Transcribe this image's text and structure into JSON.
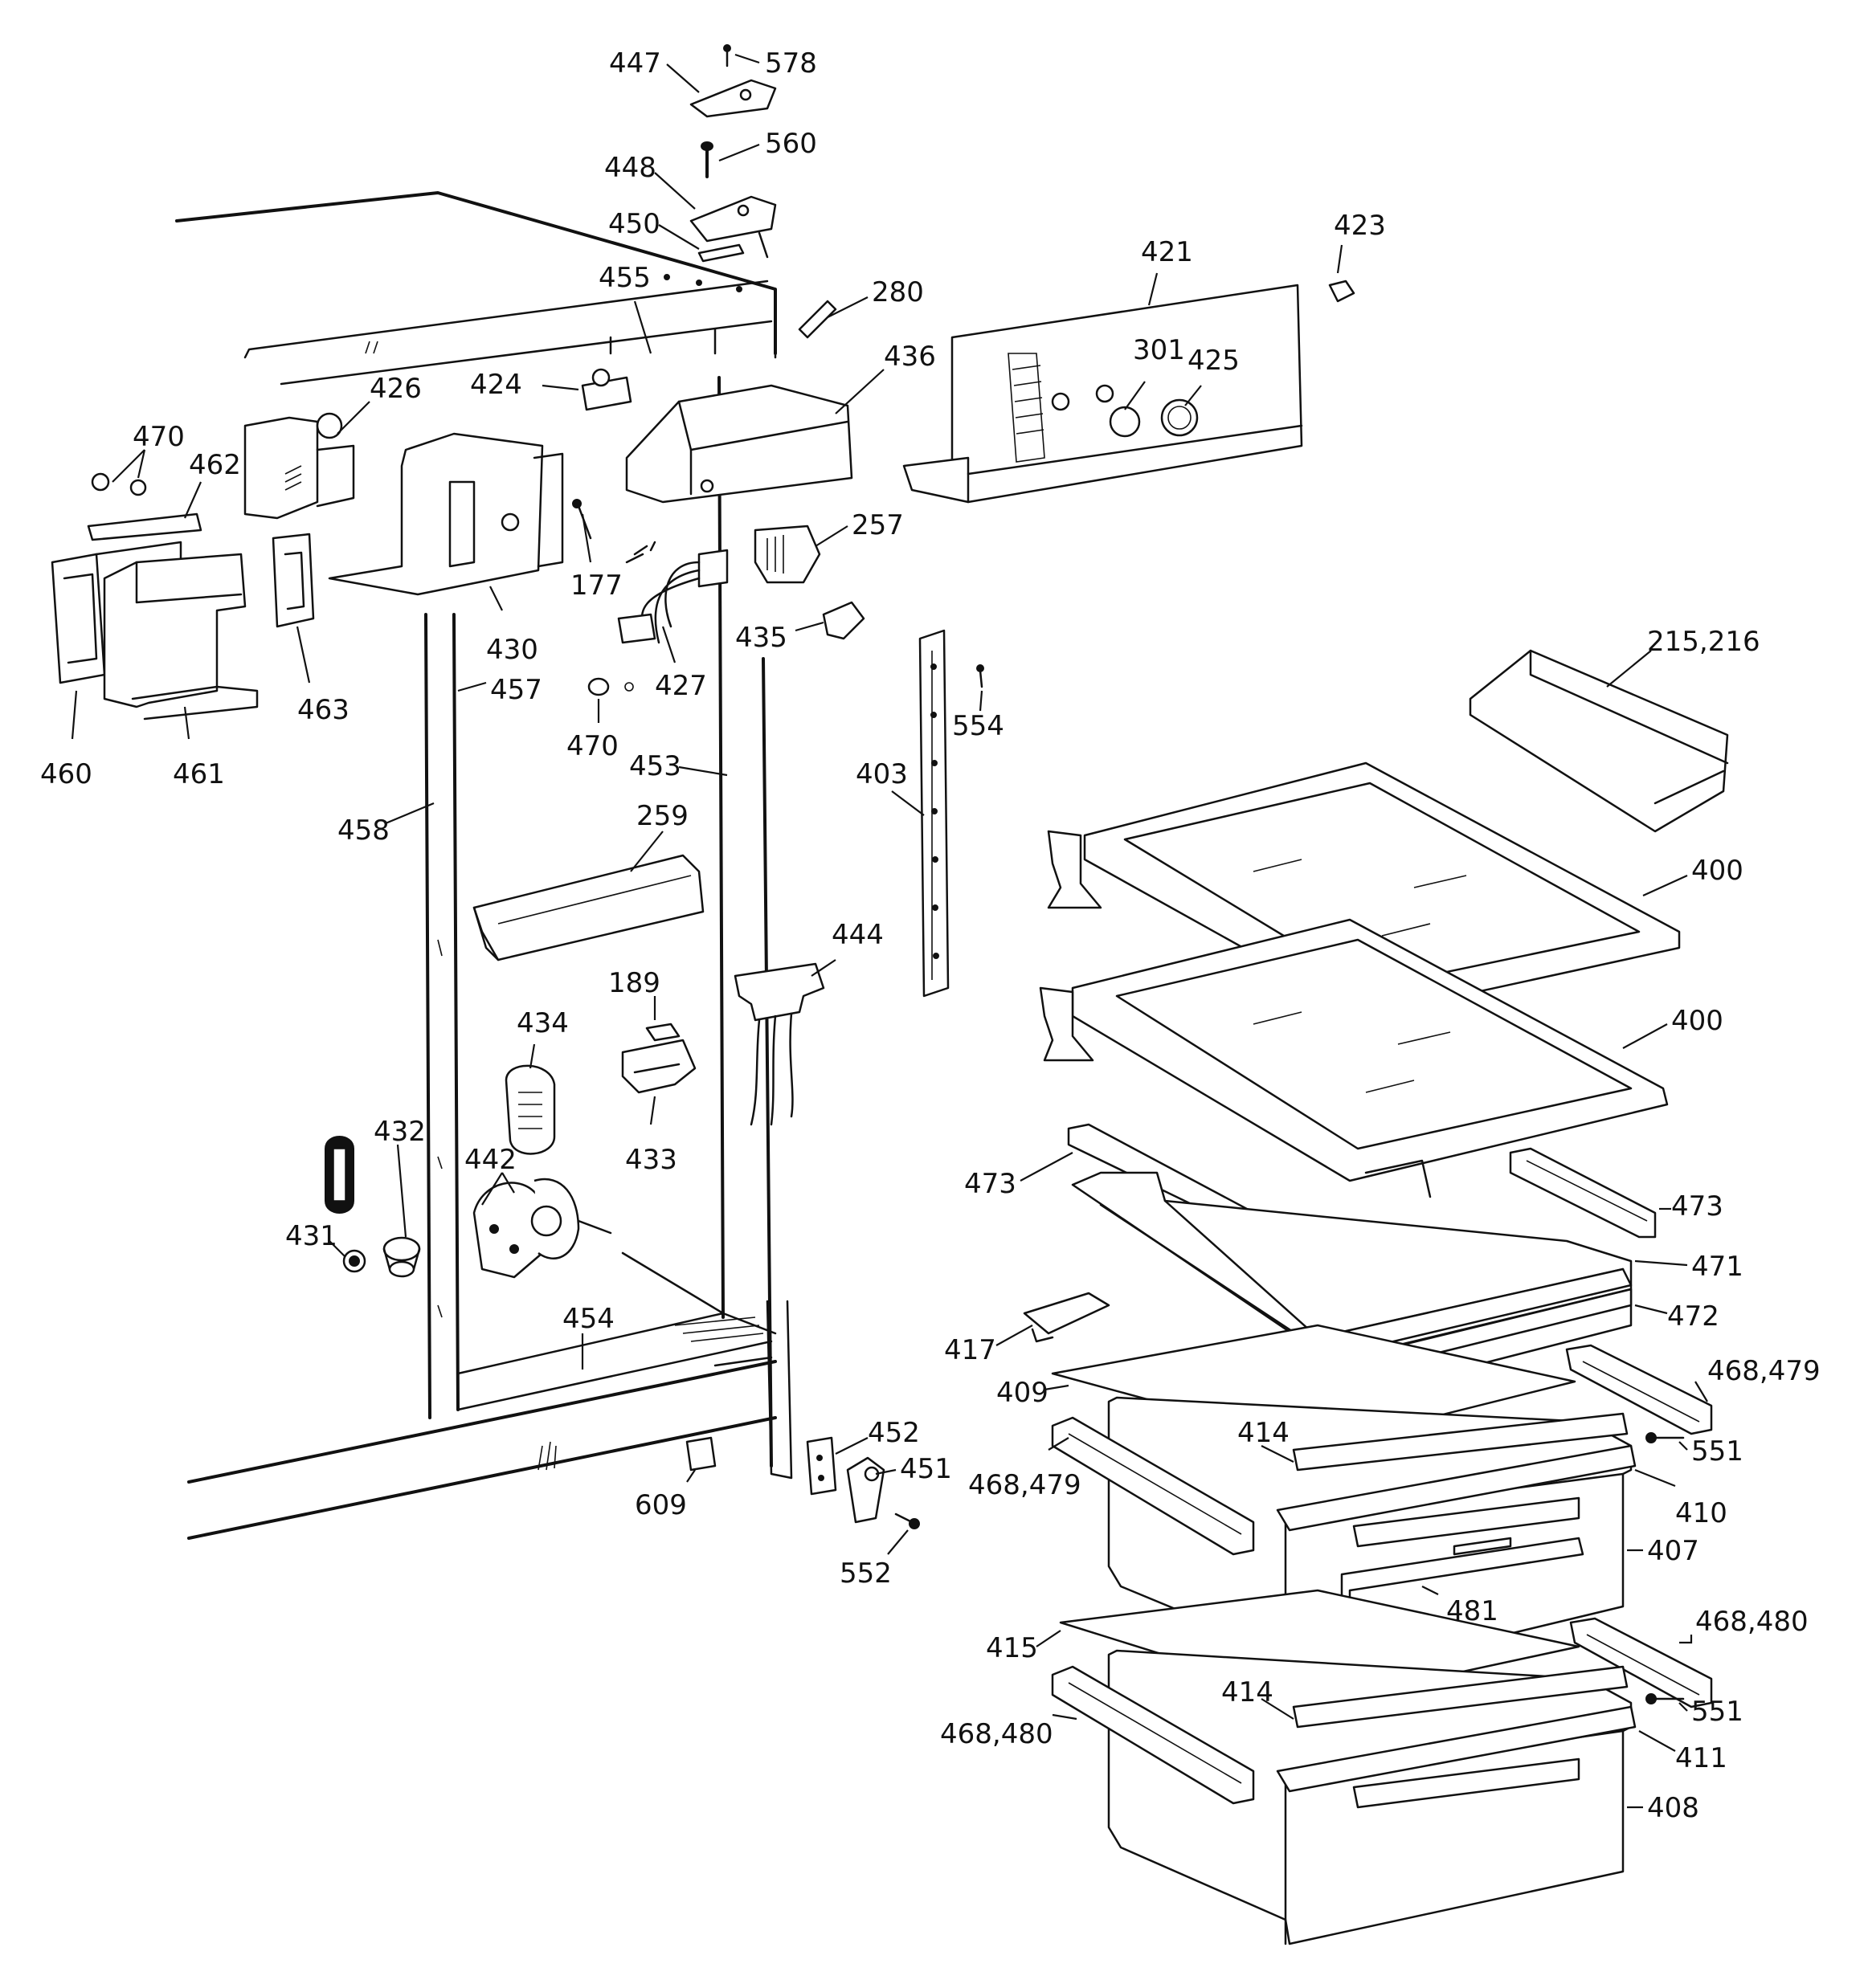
{
  "labels": {
    "p447": "447",
    "p578": "578",
    "p560": "560",
    "p448": "448",
    "p450": "450",
    "p455": "455",
    "p280": "280",
    "p421": "421",
    "p423": "423",
    "p424": "424",
    "p426": "426",
    "p470a": "470",
    "p462": "462",
    "p436": "436",
    "p301": "301",
    "p425": "425",
    "p177": "177",
    "p257": "257",
    "p430": "430",
    "p427": "427",
    "p435": "435",
    "p457": "457",
    "p463": "463",
    "p460": "460",
    "p461": "461",
    "p470b": "470",
    "p453": "453",
    "p554": "554",
    "p215": "215,216",
    "p403": "403",
    "p458": "458",
    "p259": "259",
    "p400a": "400",
    "p444": "444",
    "p189": "189",
    "p434": "434",
    "p400b": "400",
    "p432": "432",
    "p442": "442",
    "p433": "433",
    "p473a": "473",
    "p473b": "473",
    "p431": "431",
    "p471": "471",
    "p454": "454",
    "p472": "472",
    "p417": "417",
    "p468a": "468,479",
    "p409": "409",
    "p452": "452",
    "p414a": "414",
    "p551a": "551",
    "p451": "451",
    "p468b": "468,479",
    "p609": "609",
    "p410": "410",
    "p407": "407",
    "p552": "552",
    "p481": "481",
    "p468c": "468,480",
    "p415": "415",
    "p414b": "414",
    "p551b": "551",
    "p468d": "468,480",
    "p411": "411",
    "p408": "408"
  }
}
